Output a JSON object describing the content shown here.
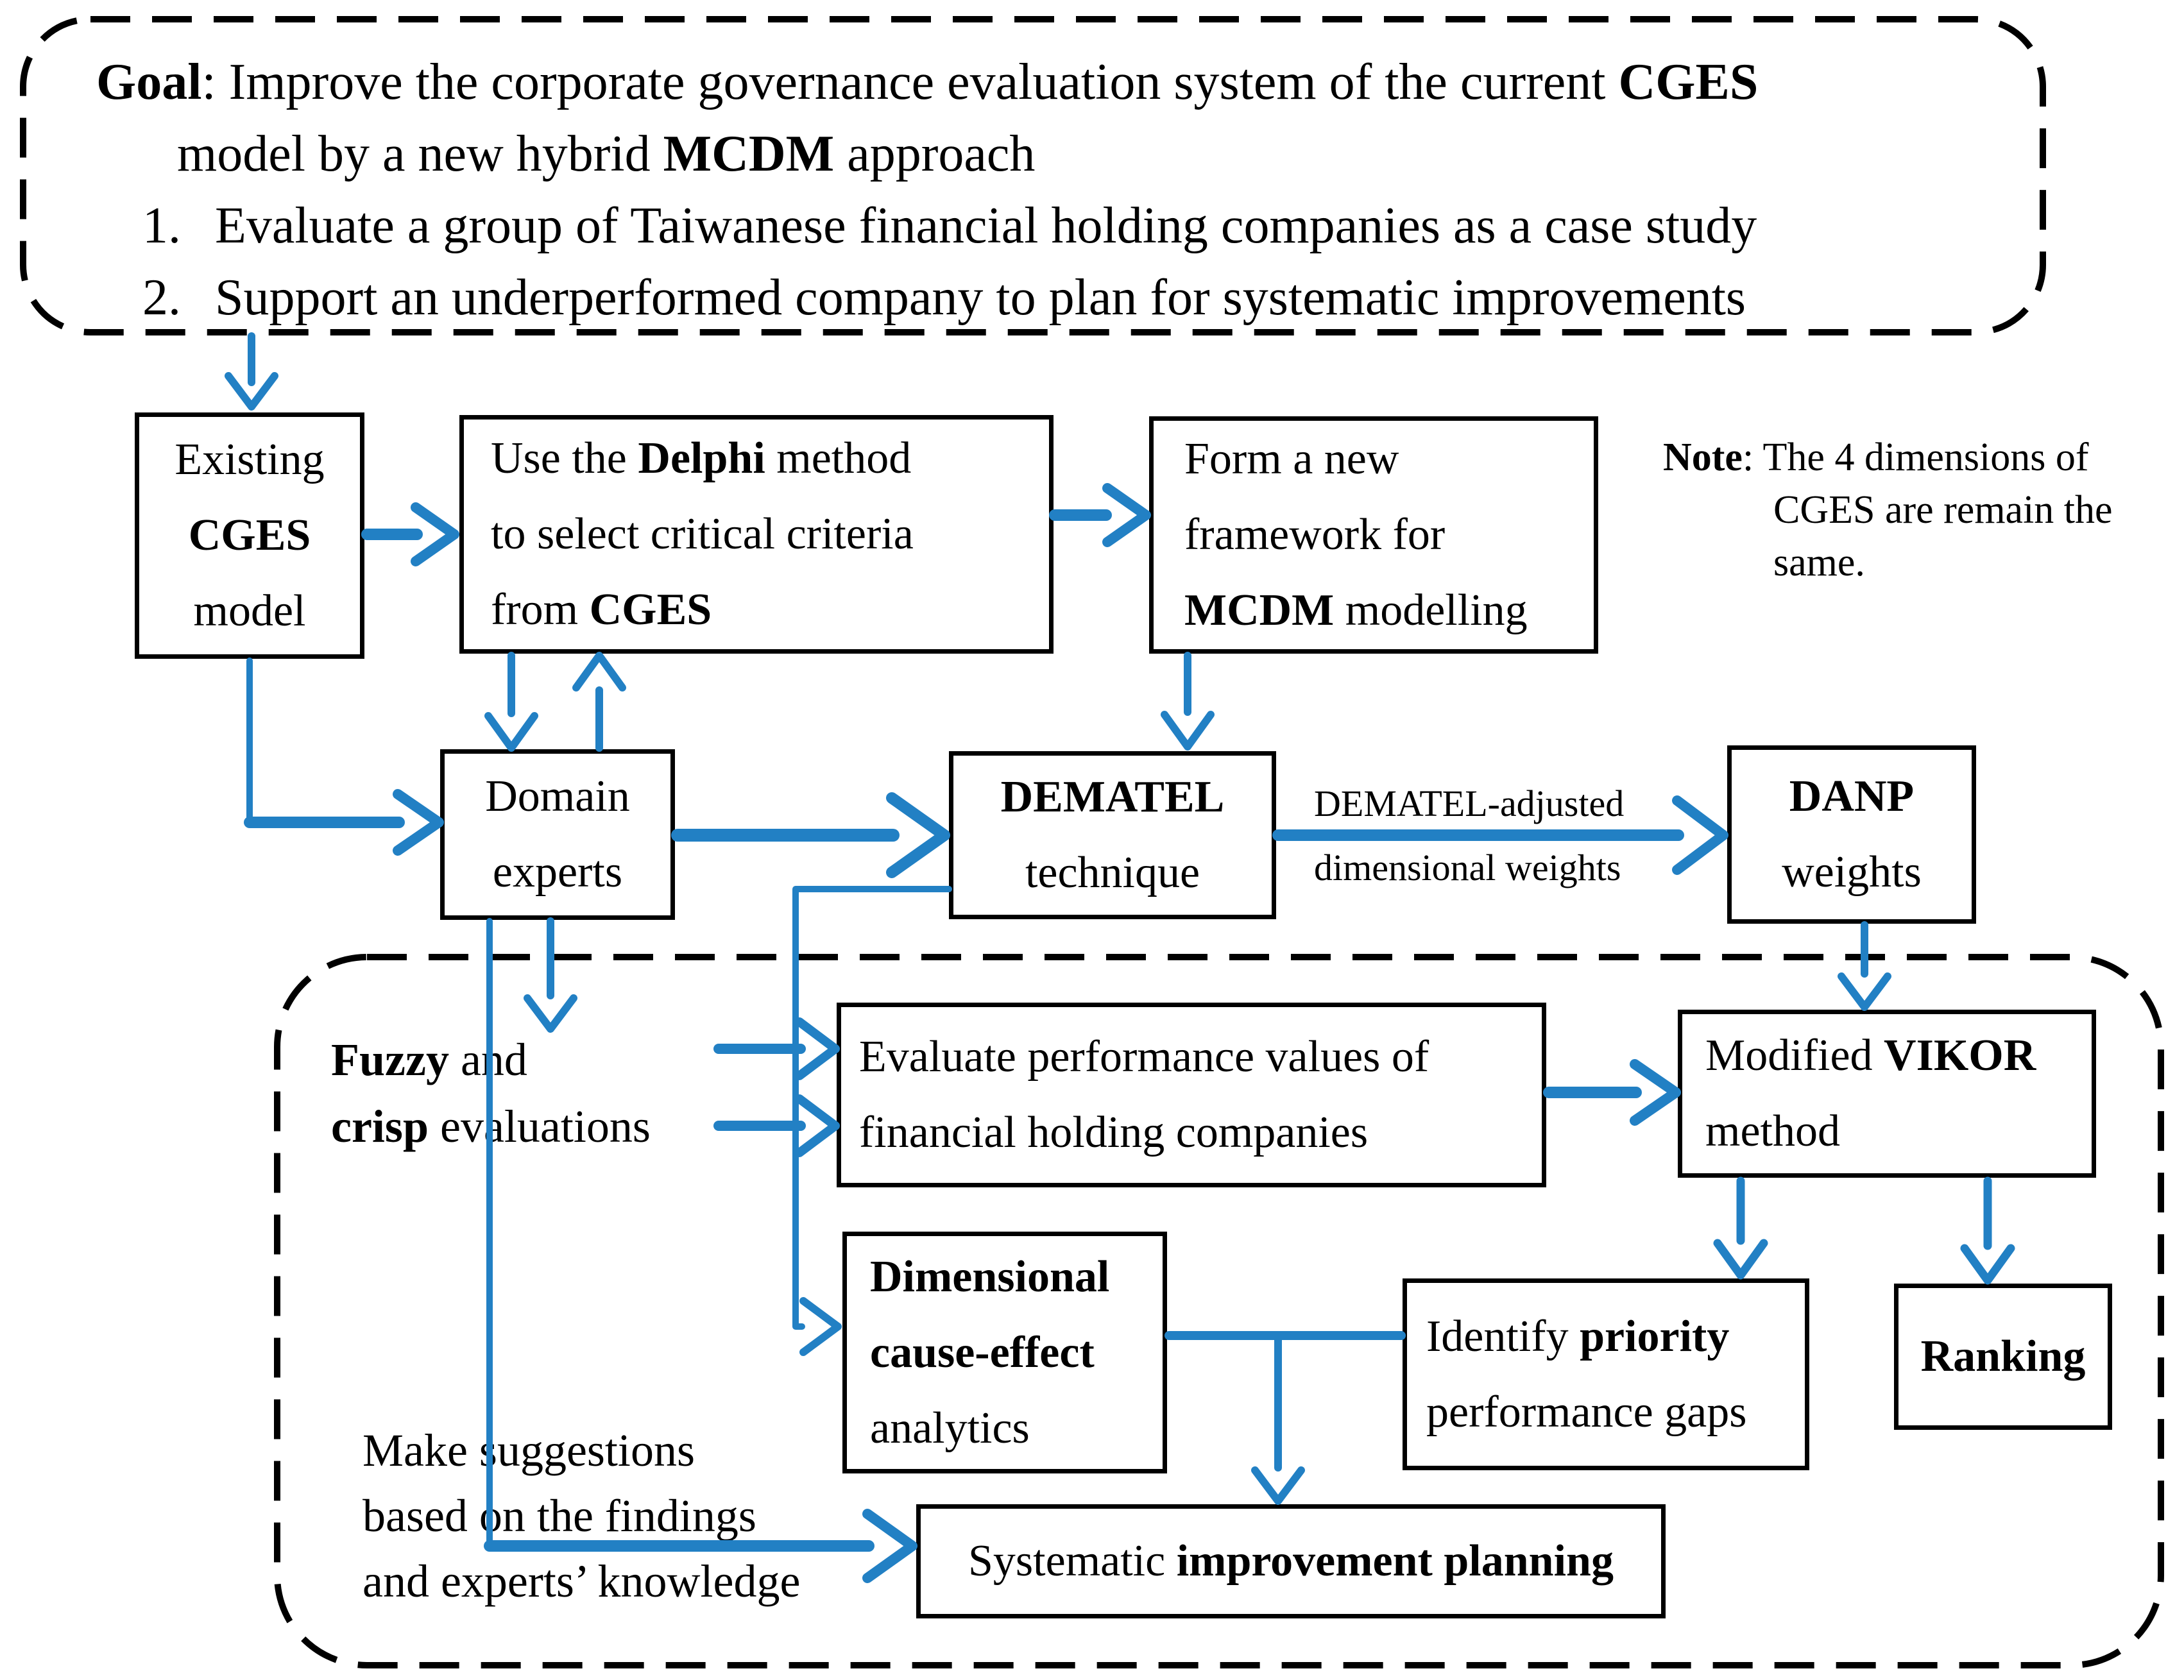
{
  "colors": {
    "accent": "#2280c4",
    "line": "#000000"
  },
  "goal_box": {
    "line1": {
      "b1": "Goal",
      "t1": ": Improve the corporate governance evaluation system of the current ",
      "b2": "CGES"
    },
    "line2": {
      "t1": "model by a new hybrid ",
      "b1": "MCDM",
      "t2": " approach"
    },
    "item1_num": "1.",
    "item1": "Evaluate a group of Taiwanese financial holding companies as a case study",
    "item2_num": "2.",
    "item2": "Support an underperformed company to plan for systematic improvements"
  },
  "existing_box": {
    "l1": "Existing",
    "l2": "CGES",
    "l3": "model"
  },
  "delphi_box": {
    "t1": "Use the ",
    "b1": "Delphi",
    "t2": " method",
    "l2": "to select critical criteria",
    "t3": "from ",
    "b2": "CGES"
  },
  "form_box": {
    "l1": "Form a new",
    "l2": "framework for",
    "b1": "MCDM",
    "t1": " modelling"
  },
  "note": {
    "b1": "Note",
    "t1": ": The 4 dimensions of",
    "l2": "CGES are remain the",
    "l3": "same."
  },
  "domain_box": {
    "l1": "Domain",
    "l2": "experts"
  },
  "dematel_box": {
    "l1": "DEMATEL",
    "l2": "technique"
  },
  "arrow_label": {
    "l1": "DEMATEL-adjusted",
    "l2": "dimensional weights"
  },
  "danp_box": {
    "l1": "DANP",
    "l2": "weights"
  },
  "fuzzy_label": {
    "b1": "Fuzzy",
    "t1": " and",
    "b2": "crisp",
    "t2": " evaluations"
  },
  "evaluate_box": {
    "l1": "Evaluate performance values of",
    "l2": "financial holding companies"
  },
  "vikor_box": {
    "t1": "Modified ",
    "b1": "VIKOR",
    "l2": "method"
  },
  "dimensional_box": {
    "l1": "Dimensional",
    "l2": "cause-effect",
    "l3": "analytics"
  },
  "identify_box": {
    "t1": "Identify ",
    "b1": "priority",
    "l2": "performance gaps"
  },
  "ranking_box": {
    "l1": "Ranking"
  },
  "suggestions_label": {
    "l1": "Make suggestions",
    "l2": "based on the findings",
    "l3": "and experts’ knowledge"
  },
  "systematic_box": {
    "t1": "Systematic ",
    "b1": "improvement planning"
  }
}
